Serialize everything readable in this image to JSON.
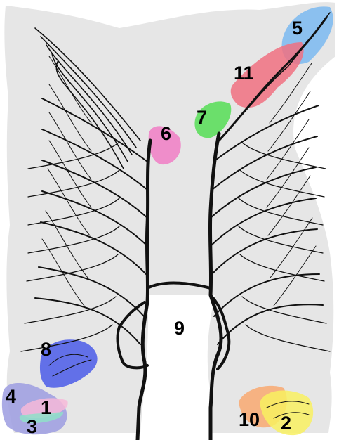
{
  "colors": {
    "background_region": "#e6e6e6",
    "veins": "#111111",
    "region_5": "#7ab8f0",
    "region_11": "#f07080",
    "region_7": "#55dd55",
    "region_6": "#f07cc4",
    "region_8": "#4a5ae8",
    "region_4": "#9c9ce0",
    "region_1": "#f6b8d8",
    "region_3": "#8fe0c8",
    "region_10": "#f8a870",
    "region_2": "#f8f060"
  },
  "labels": {
    "r1": "1",
    "r2": "2",
    "r3": "3",
    "r4": "4",
    "r5": "5",
    "r6": "6",
    "r7": "7",
    "r8": "8",
    "r9": "9",
    "r10": "10",
    "r11": "11"
  }
}
